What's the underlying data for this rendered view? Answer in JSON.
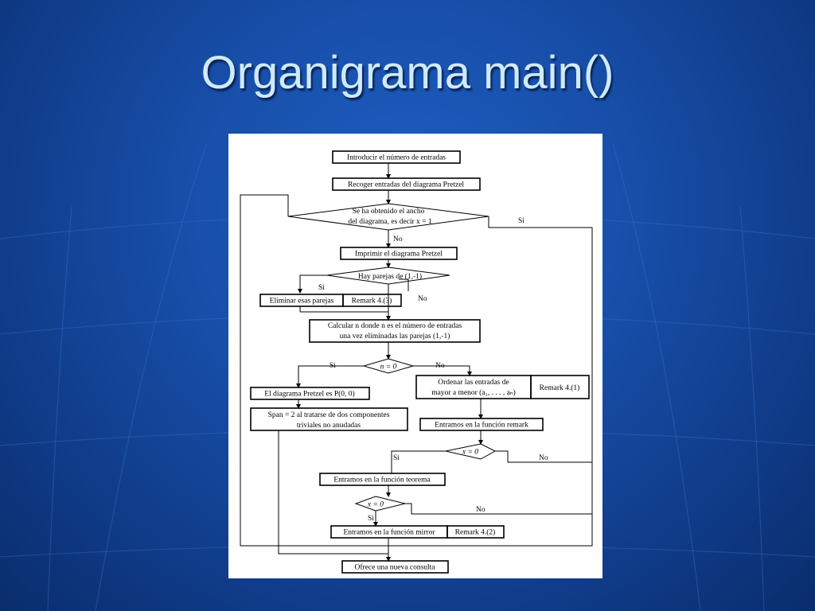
{
  "slide": {
    "title": "Organigrama main()",
    "background_color": "#174ea8",
    "title_color": "#cfeaff"
  },
  "flowchart": {
    "nodes": {
      "n1": "Introducir el número de entradas",
      "n2": "Recoger entradas del diagrama Pretzel",
      "d1_line1": "Se ha obtenido el ancho",
      "d1_line2": "del diagrama, es decir x = 1",
      "n3": "Imprimir el diagrama Pretzel",
      "d2": "Hay parejas de (1,-1)",
      "n4": "Eliminar esas parejas",
      "n4_remark": "Remark 4.(3)",
      "n5_line1": "Calcular n donde n es el número de entradas",
      "n5_line2": "una vez eliminadas las parejas (1,-1)",
      "d3": "n = 0",
      "n6": "El diagrama Pretzel es P(0, 0)",
      "n7_line1": "Span = 2 al tratarse de dos componentes",
      "n7_line2": "triviales no anudadas",
      "n8_line1": "Ordenar las entradas de",
      "n8_line2": "mayor a menor (a₁, . . . , aₙ)",
      "n8_remark": "Remark 4.(1)",
      "n9": "Entramos en la función remark",
      "d4": "x = 0",
      "n10": "Entramos en la función teorema",
      "d5": "x = 0",
      "n11": "Entramos en la función mirror",
      "n11_remark": "Remark 4.(2)",
      "n12": "Ofrece una nueva consulta"
    },
    "labels": {
      "d1_yes": "Si",
      "d1_no": "No",
      "d2_yes": "Si",
      "d2_no": "No",
      "d3_yes": "Si",
      "d3_no": "No",
      "d4_yes": "Si",
      "d4_no": "No",
      "d5_no": "No",
      "d5_yes": "Si"
    }
  }
}
